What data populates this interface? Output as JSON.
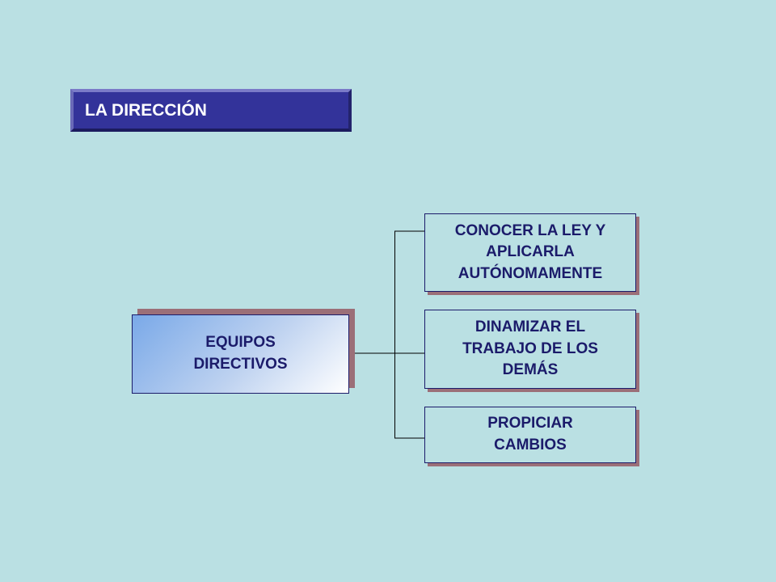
{
  "title": "LA DIRECCIÓN",
  "diagram": {
    "root": "EQUIPOS\nDIRECTIVOS",
    "children": [
      "CONOCER LA LEY Y\nAPLICARLA\nAUTÓNOMAMENTE",
      "DINAMIZAR EL\nTRABAJO DE LOS\nDEMÁS",
      "PROPICIAR\nCAMBIOS"
    ]
  },
  "colors": {
    "background": "#bae0e3",
    "title_fill": "#33339a",
    "text": "#1b1b6a",
    "shadow": "#9b6f78",
    "gradient_start": "#7aa9e8",
    "gradient_end": "#ffffff"
  }
}
